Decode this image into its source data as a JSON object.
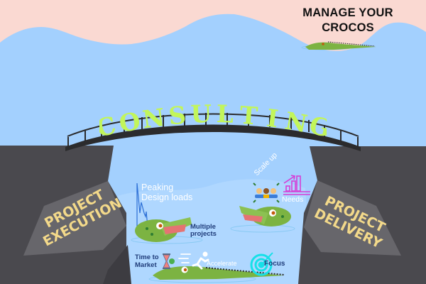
{
  "title": {
    "line1": "MANAGE YOUR",
    "line2": "CROCOS"
  },
  "bridge": {
    "label_letters": [
      "C",
      "O",
      "N",
      "S",
      "U",
      "L",
      "T",
      "I",
      "N",
      "G"
    ]
  },
  "cliffs": {
    "left": {
      "line1": "PROJECT",
      "line2": "EXECUTION"
    },
    "right": {
      "line1": "PROJECT",
      "line2": "DELIVERY"
    }
  },
  "river_labels": {
    "peaking": {
      "line1": "Peaking",
      "line2": "Design loads"
    },
    "multiple": {
      "line1": "Multiple",
      "line2": "projects"
    },
    "scale_up": "Scale up",
    "needs": "Needs",
    "time_to_market": {
      "line1": "Time to",
      "line2": "Market"
    },
    "accelerate": "Accelerate",
    "focus": "Focus"
  },
  "colors": {
    "sky": "#a3d0fe",
    "pink": "#fad9d2",
    "cliff_dark": "#4a494e",
    "cliff_face": "#67666b",
    "cliff_text": "#f3d98a",
    "consulting_green": "#c2f55a",
    "croc_green": "#7cb342",
    "navy_text": "#1f3c7a",
    "needs_magenta": "#d63ed6",
    "focus_cyan": "#17e0e8"
  }
}
